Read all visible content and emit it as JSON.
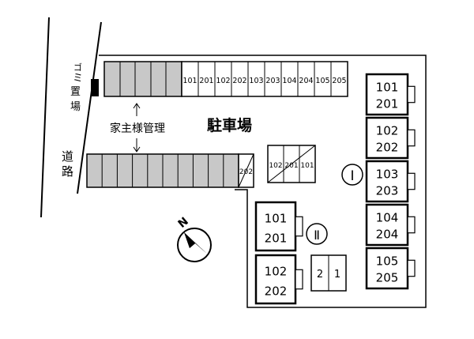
{
  "colors": {
    "owner_fill": "#c8c8c8",
    "stroke": "#000000",
    "background": "#ffffff"
  },
  "road_label": "道路",
  "garbage_label": "ゴミ置場",
  "owner_label": "家主様管理",
  "parking_label": "駐車場",
  "top_row_numbers": [
    "101",
    "201",
    "102",
    "202",
    "103",
    "203",
    "104",
    "204",
    "105",
    "205"
  ],
  "second_row_number": "202",
  "small_block_numbers": [
    "102",
    "201",
    "101"
  ],
  "building_one": {
    "mark": "Ⅰ",
    "units": [
      {
        "upper": "101",
        "lower": "201"
      },
      {
        "upper": "102",
        "lower": "202"
      },
      {
        "upper": "103",
        "lower": "203"
      },
      {
        "upper": "104",
        "lower": "204"
      },
      {
        "upper": "105",
        "lower": "205"
      }
    ]
  },
  "building_two": {
    "mark": "Ⅱ",
    "units": [
      {
        "upper": "101",
        "lower": "201"
      },
      {
        "upper": "102",
        "lower": "202"
      }
    ]
  },
  "bike_spaces": [
    "2",
    "1"
  ],
  "compass": {
    "letter": "N",
    "icon": "compass-icon"
  }
}
